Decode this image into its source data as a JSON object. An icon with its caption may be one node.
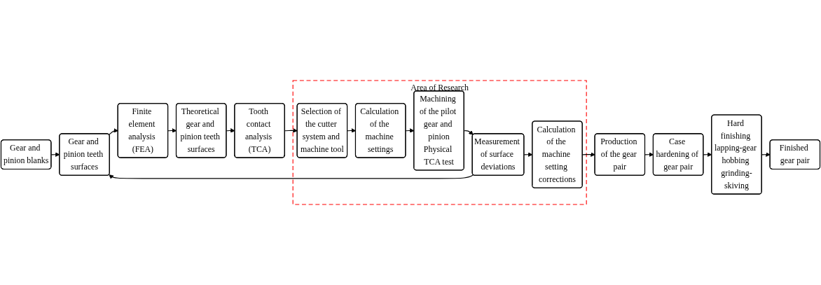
{
  "diagram": {
    "nodes": [
      {
        "text": [
          "Gear and pinion blanks"
        ]
      },
      {
        "text": [
          "Gear and pinion teeth surfaces"
        ]
      },
      {
        "text": [
          "Finite element analysis (FEA)"
        ]
      },
      {
        "text": [
          "Theoretical gear and pinion teeth surfaces"
        ]
      },
      {
        "text": [
          "Tooth contact analysis (TCA)"
        ]
      },
      {
        "text": [
          "Area of Research"
        ]
      },
      {
        "text": [
          "Calculation of the machine setting corrections"
        ],
        "in": 5
      },
      {
        "text": [
          "Measurement of surface deviations"
        ],
        "in": 5
      },
      {
        "text": [
          "Machining of the pilot gear and pinion",
          "Physical TCA test"
        ],
        "in": 5
      },
      {
        "text": [
          "Calculation of the machine settings"
        ],
        "in": 5
      },
      {
        "text": [
          "Selection of the cutter system and machine tool"
        ],
        "in": 5
      },
      {
        "text": [
          "Production of the gear pair"
        ]
      },
      {
        "text": [
          "Case hardening of gear pair"
        ]
      },
      {
        "text": [
          "Hard finishing lapping-gear hobbing grinding-skiving"
        ]
      },
      {
        "text": [
          "Finished gear pair"
        ]
      }
    ],
    "edges": [
      {
        "from": 0,
        "to": 1,
        "arrow": "to"
      },
      {
        "from": 1,
        "to": 2,
        "arrow": "to"
      },
      {
        "from": 2,
        "to": 3,
        "arrow": "to"
      },
      {
        "from": 3,
        "to": 4,
        "arrow": "to"
      },
      {
        "from": 4,
        "to": 10,
        "arrow": "to"
      },
      {
        "from": 10,
        "to": 9,
        "arrow": "to"
      },
      {
        "from": 9,
        "to": 8,
        "arrow": "to"
      },
      {
        "from": 8,
        "to": 7,
        "arrow": "to"
      },
      {
        "from": 7,
        "to": 6,
        "arrow": "to"
      },
      {
        "from": 7,
        "to": 1,
        "arrow": "to"
      },
      {
        "from": 6,
        "to": 11,
        "arrow": "to"
      },
      {
        "from": 11,
        "to": 12,
        "arrow": "to"
      },
      {
        "from": 12,
        "to": 13,
        "arrow": "to"
      },
      {
        "from": 13,
        "to": 14,
        "arrow": "to"
      }
    ]
  }
}
